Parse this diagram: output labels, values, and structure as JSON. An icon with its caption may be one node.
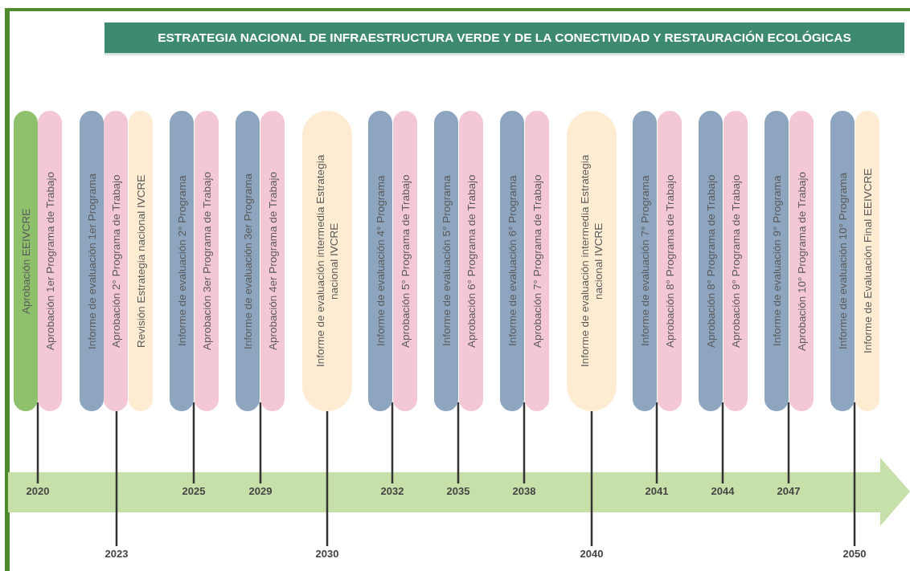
{
  "diagram": {
    "title": "ESTRATEGIA NACIONAL DE INFRAESTRUCTURA VERDE Y DE LA CONECTIVIDAD Y RESTAURACIÓN ECOLÓGICAS",
    "nodes": [
      {
        "text": [
          "Aprobación EEIVCRE"
        ]
      },
      {
        "text": [
          "Aprobación 1er Programa de Trabajo"
        ]
      },
      {
        "text": [
          "Informe de evaluación 1er Programa"
        ]
      },
      {
        "text": [
          "Aprobación 2° Programa de Trabajo"
        ]
      },
      {
        "text": [
          "Revisión Estrategia nacional IVCRE"
        ]
      },
      {
        "text": [
          "Informe de evaluación 2° Programa"
        ]
      },
      {
        "text": [
          "Aprobación 3er Programa de Trabajo"
        ]
      },
      {
        "text": [
          "Informe de evaluación 3er Programa"
        ]
      },
      {
        "text": [
          "Aprobación 4er Programa de Trabajo"
        ]
      },
      {
        "text": [
          "Informe de evaluación intermedia Estrategia nacional IVCRE"
        ]
      },
      {
        "text": [
          "Informe de evaluación 4° Programa"
        ]
      },
      {
        "text": [
          "Aprobación 5° Programa de Trabajo"
        ]
      },
      {
        "text": [
          "Informe de evaluación 5° Programa"
        ]
      },
      {
        "text": [
          "Aprobación 6° Programa de Trabajo"
        ]
      },
      {
        "text": [
          "Informe de evaluación 6° Programa"
        ]
      },
      {
        "text": [
          "Aprobación 7° Programa de Trabajo"
        ]
      },
      {
        "text": [
          "Informe de evaluación intermedia Estrategia nacional IVCRE"
        ]
      },
      {
        "text": [
          "Informe de evaluación 7° Programa"
        ]
      },
      {
        "text": [
          "Aprobación 8° Programa de Trabajo"
        ]
      },
      {
        "text": [
          "Aprobación 8° Programa de Trabajo"
        ]
      },
      {
        "text": [
          "Aprobación 9° Programa de Trabajo"
        ]
      },
      {
        "text": [
          "Informe de evaluación 9° Programa"
        ]
      },
      {
        "text": [
          "Aprobación 10° Programa de Trabajo"
        ]
      },
      {
        "text": [
          "Informe de evaluación 10° Programa"
        ]
      },
      {
        "text": [
          "Informe de Evaluación Final EEIVCRE"
        ]
      },
      {
        "text": [
          "2020"
        ]
      },
      {
        "text": [
          "2023"
        ]
      },
      {
        "text": [
          "2025"
        ]
      },
      {
        "text": [
          "2029"
        ]
      },
      {
        "text": [
          "2030"
        ]
      },
      {
        "text": [
          "2032"
        ]
      },
      {
        "text": [
          "2035"
        ]
      },
      {
        "text": [
          "2038"
        ]
      },
      {
        "text": [
          "2040"
        ]
      },
      {
        "text": [
          "2041"
        ]
      },
      {
        "text": [
          "2044"
        ]
      },
      {
        "text": [
          "2047"
        ]
      },
      {
        "text": [
          "2050"
        ]
      }
    ],
    "edges": [
      {
        "from": 0,
        "to": 25,
        "arrow": "none"
      },
      {
        "from": 3,
        "to": 26,
        "arrow": "none"
      },
      {
        "from": 5,
        "to": 27,
        "arrow": "none"
      },
      {
        "from": 7,
        "to": 28,
        "arrow": "none"
      },
      {
        "from": 9,
        "to": 29,
        "arrow": "none"
      },
      {
        "from": 10,
        "to": 30,
        "arrow": "none"
      },
      {
        "from": 12,
        "to": 31,
        "arrow": "none"
      },
      {
        "from": 14,
        "to": 32,
        "arrow": "none"
      },
      {
        "from": 16,
        "to": 33,
        "arrow": "none"
      },
      {
        "from": 17,
        "to": 34,
        "arrow": "none"
      },
      {
        "from": 19,
        "to": 35,
        "arrow": "none"
      },
      {
        "from": 21,
        "to": 36,
        "arrow": "none"
      },
      {
        "from": 23,
        "to": 37,
        "arrow": "none"
      }
    ]
  }
}
